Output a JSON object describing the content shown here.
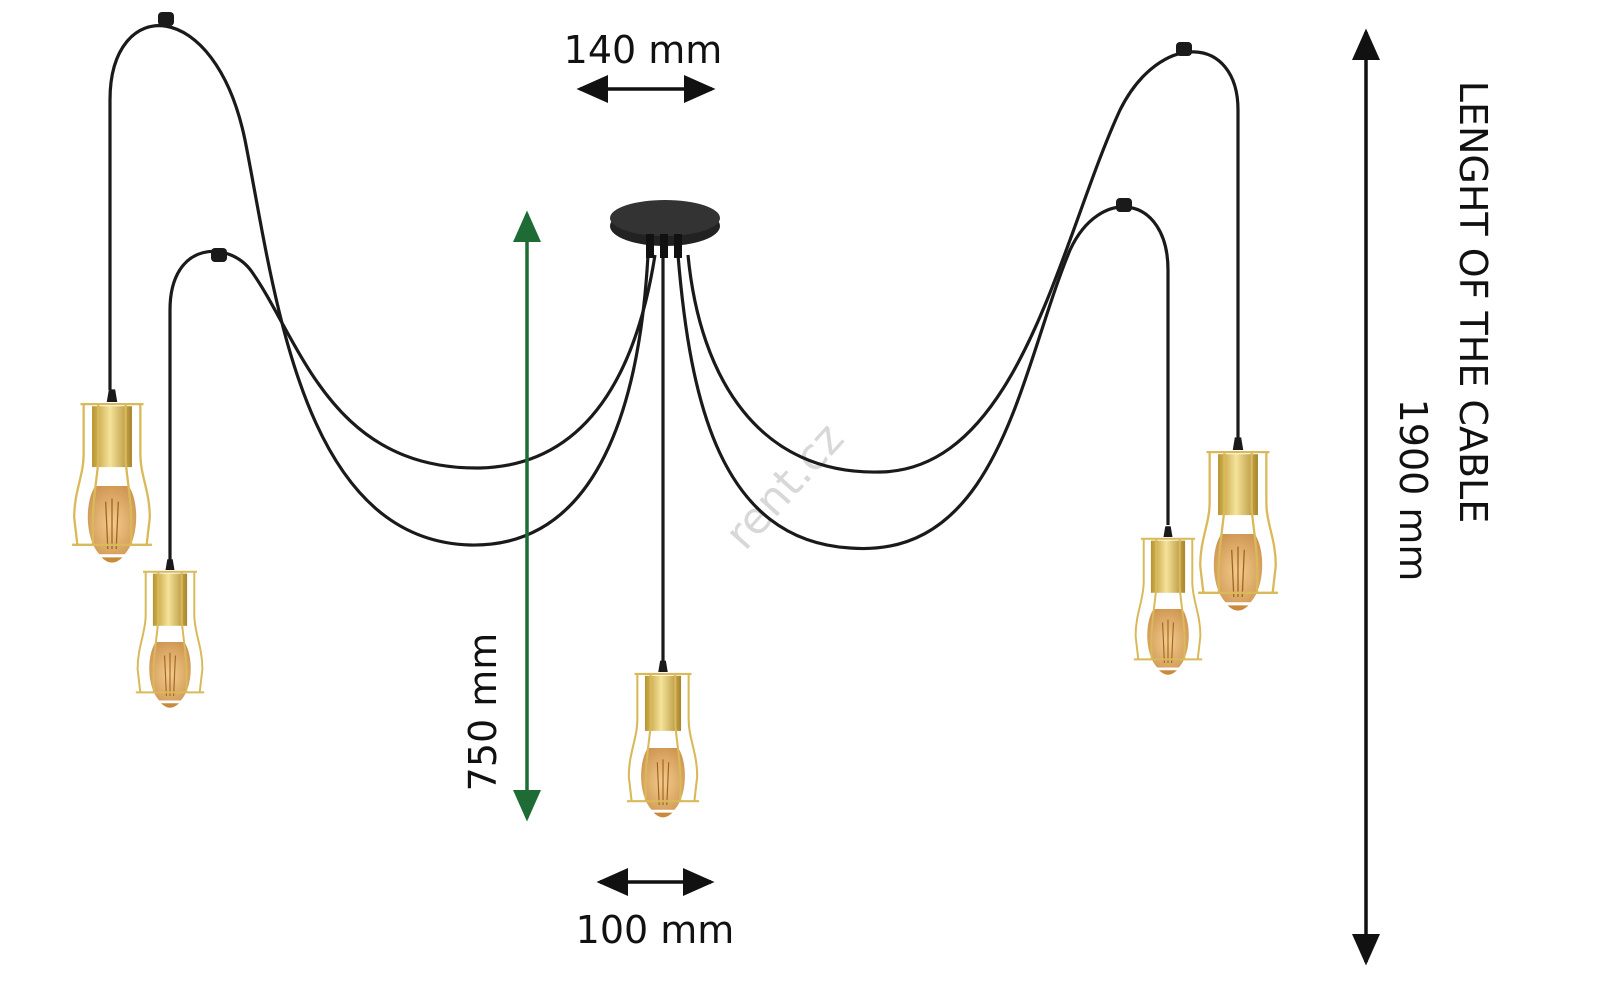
{
  "dimensions": {
    "canopy_width": "140 mm",
    "drop_height": "750 mm",
    "lamp_width": "100 mm",
    "cable_length_label": "LENGHT OF THE CABLE",
    "cable_length_value": "1900 mm"
  },
  "watermark": "rent.cz",
  "colors": {
    "cable": "#1a1a1a",
    "gold": "#d9b95a",
    "bulb": "#e3ad62",
    "green_arrow": "#1e6b35"
  }
}
